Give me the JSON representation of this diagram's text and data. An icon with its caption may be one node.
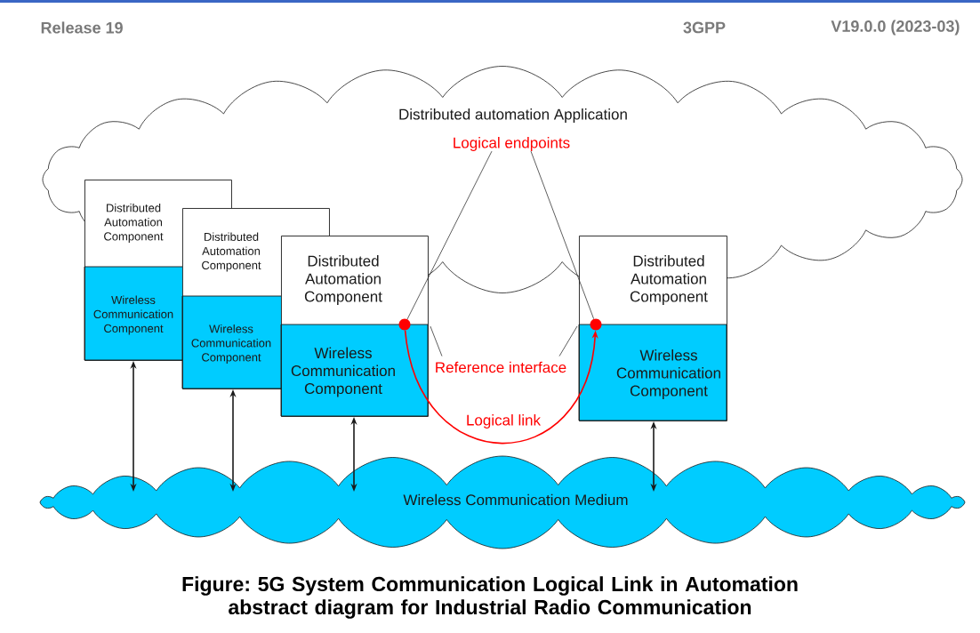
{
  "diagram": {
    "caption": "Figure: 5G System Communication Logical Link in Automation abstract diagram for Industrial Radio Communication",
    "nodes": [
      {
        "text": [
          "Distributed automation Application"
        ]
      },
      {
        "text": [
          "Distributed Automation Component",
          "Wireless Communication Component"
        ]
      },
      {
        "text": [
          "Distributed Automation Component",
          "Wireless Communication Component"
        ]
      },
      {
        "text": [
          "Distributed Automation Component",
          "Wireless Communication Component"
        ]
      },
      {
        "text": [
          "Distributed Automation Component",
          "Wireless Communication Component"
        ]
      },
      {
        "text": [
          "Wireless Communication Medium"
        ]
      },
      {
        "text": [
          "Logical endpoints"
        ],
        "in": 0
      },
      {
        "text": [],
        "shape": "circle",
        "in": 3
      },
      {
        "text": [],
        "shape": "circle",
        "in": 4
      },
      {
        "text": [
          "Reference interface"
        ]
      }
    ],
    "edges": [
      {
        "from": 1,
        "to": 5,
        "arrow": "both"
      },
      {
        "from": 2,
        "to": 5,
        "arrow": "both"
      },
      {
        "from": 3,
        "to": 5,
        "arrow": "both"
      },
      {
        "from": 4,
        "to": 5,
        "arrow": "both"
      },
      {
        "from": 6,
        "to": 7,
        "arrow": "none"
      },
      {
        "from": 6,
        "to": 8,
        "arrow": "none"
      },
      {
        "from": 7,
        "to": 8,
        "arrow": "to",
        "label": "Logical link",
        "color": "#ff0000"
      },
      {
        "from": 9,
        "to": 3,
        "arrow": "none"
      },
      {
        "from": 9,
        "to": 4,
        "arrow": "none"
      }
    ],
    "labels": [
      "Release 19",
      "3GPP",
      "V19.0.0 (2023-03)"
    ]
  }
}
